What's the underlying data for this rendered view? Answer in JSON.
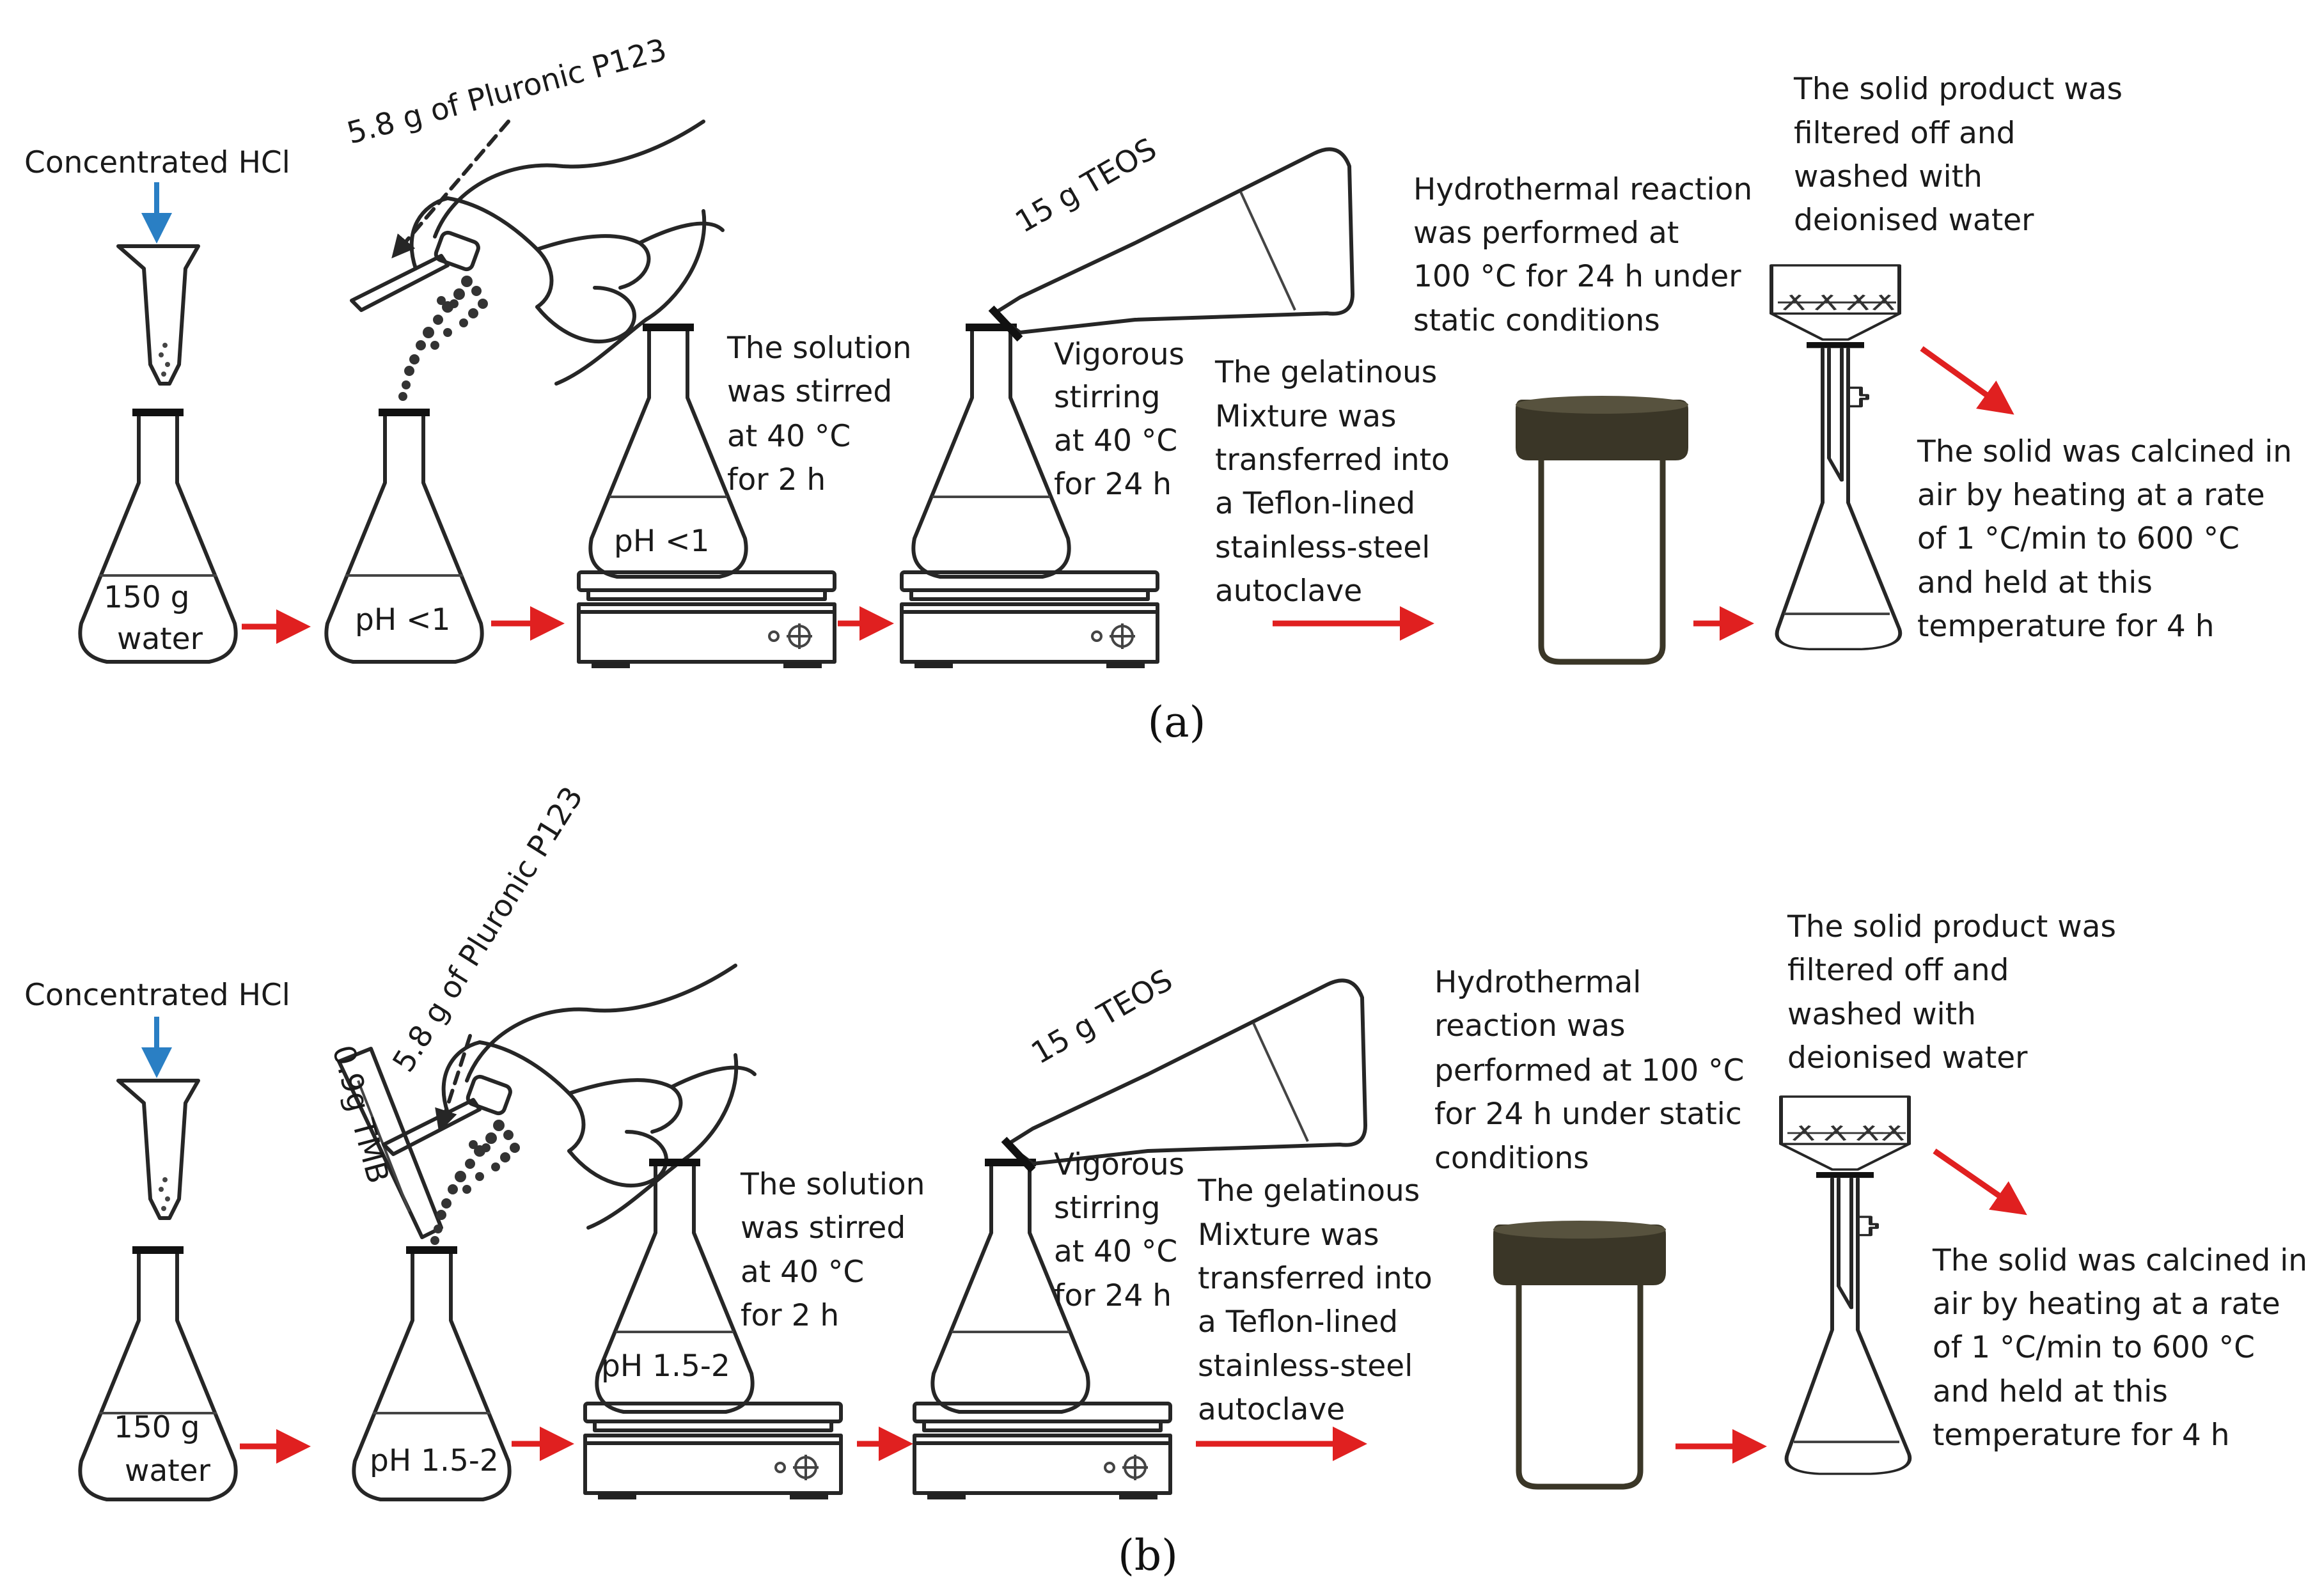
{
  "colors": {
    "arrow": "#e02020",
    "hcl_arrow": "#2a7fc4",
    "autoclave_lid": "#3a3627",
    "ink": "#262626"
  },
  "panel_a": {
    "caption": "(a)",
    "hcl_label": "Concentrated HCl",
    "p123_label": "5.8 g of Pluronic P123",
    "water_label_1": "150 g",
    "water_label_2": "water",
    "ph_flask2": "pH <1",
    "ph_flask3": "pH <1",
    "stir_text": [
      "The solution",
      "was stirred",
      "at 40 °C",
      "for 2 h"
    ],
    "teos_label": "15 g TEOS",
    "vigorous_text": [
      "Vigorous",
      "stirring",
      "at 40 °C",
      "for 24 h"
    ],
    "transfer_text": [
      "The gelatinous",
      "Mixture  was",
      " transferred into",
      " a  Teflon-lined",
      "stainless-steel",
      "autoclave"
    ],
    "hydro_text": [
      "Hydrothermal reaction",
      "was performed at",
      "100 °C  for 24 h under",
      "static  conditions"
    ],
    "filter_text": [
      "The solid product was",
      "filtered off and",
      "washed with",
      "deionised water"
    ],
    "calcine_text": [
      "The solid was calcined in",
      "air by heating at a rate",
      "of 1 °C/min to 600 °C",
      "and held at this",
      "temperature for 4 h"
    ]
  },
  "panel_b": {
    "caption": "(b)",
    "hcl_label": "Concentrated HCl",
    "tmb_label": "0.9g TMB",
    "p123_label": "5.8 g of Pluronic P123",
    "water_label_1": "150 g",
    "water_label_2": "water",
    "ph_flask2": "pH 1.5-2",
    "ph_flask3": "pH 1.5-2",
    "stir_text": [
      "The solution",
      "was stirred",
      "at 40 °C",
      "for 2 h"
    ],
    "teos_label": "15 g TEOS",
    "vigorous_text": [
      "Vigorous",
      "stirring",
      " at 40 °C",
      "for 24 h"
    ],
    "transfer_text": [
      "The gelatinous",
      "Mixture  was",
      " transferred into",
      " a  Teflon-lined",
      "stainless-steel",
      "autoclave"
    ],
    "hydro_text": [
      "Hydrothermal",
      "reaction was",
      "performed at 100 °C",
      "for 24 h under static",
      "conditions"
    ],
    "filter_text": [
      "The solid product was",
      "filtered off and",
      "washed with",
      "deionised water"
    ],
    "calcine_text": [
      "The solid was calcined in",
      "air by  heating at a rate",
      " of 1 °C/min to 600 °C",
      "and held at this",
      "temperature for 4 h"
    ]
  }
}
